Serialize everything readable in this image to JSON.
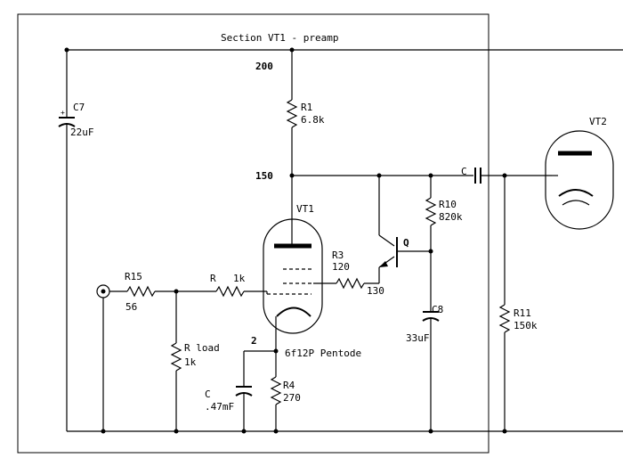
{
  "title": "Section VT1 - preamp",
  "nodes": {
    "n200": "200",
    "n150": "150",
    "n2": "2"
  },
  "components": {
    "C7": {
      "ref": "C7",
      "value": "22uF"
    },
    "R1": {
      "ref": "R1",
      "value": "6.8k"
    },
    "VT1": {
      "ref": "VT1",
      "type": "6f12P Pentode"
    },
    "VT2": {
      "ref": "VT2"
    },
    "C": {
      "ref": "C"
    },
    "R10": {
      "ref": "R10",
      "value": "820k"
    },
    "Q": {
      "ref": "Q"
    },
    "R3": {
      "ref": "R3",
      "value": "120",
      "extra": "130"
    },
    "R15": {
      "ref": "R15",
      "value": "56"
    },
    "R": {
      "ref": "R",
      "value": "1k"
    },
    "Rload": {
      "ref": "R load",
      "value": "1k"
    },
    "Cg": {
      "ref": "C",
      "value": ".47mF"
    },
    "R4": {
      "ref": "R4",
      "value": "270"
    },
    "C8": {
      "ref": "C8",
      "value": "33uF"
    },
    "R11": {
      "ref": "R11",
      "value": "150k"
    }
  }
}
